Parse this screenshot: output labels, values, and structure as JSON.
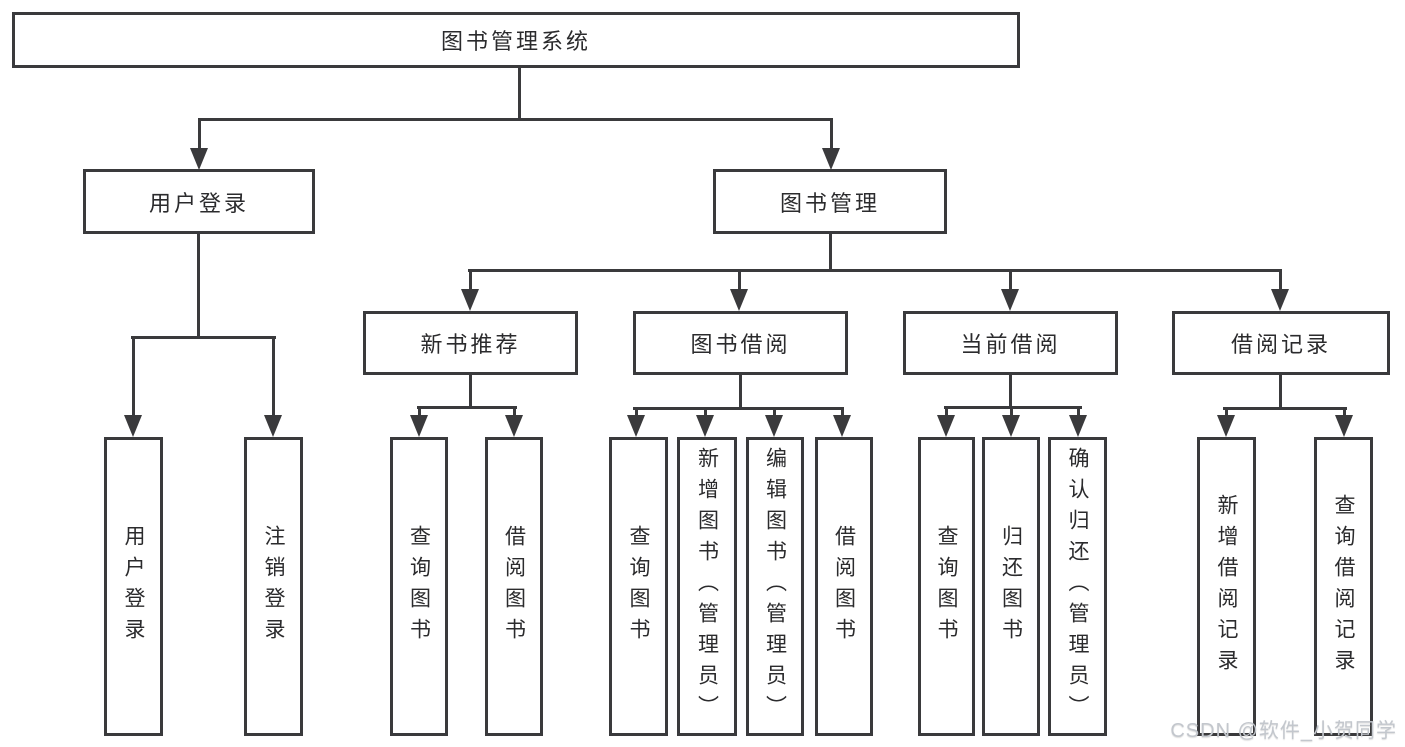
{
  "diagram_type": "functional-structure-tree",
  "watermark": "CSDN @软件_小贺同学",
  "colors": {
    "line": "#3a3a3c",
    "text": "#2b2b2d",
    "watermark": "#c3c7cd",
    "background": "#ffffff"
  },
  "nodes": {
    "root": {
      "label": "图书管理系统"
    },
    "level2": [
      {
        "label": "用户登录",
        "parent": "图书管理系统"
      },
      {
        "label": "图书管理",
        "parent": "图书管理系统"
      }
    ],
    "level3": [
      {
        "label": "新书推荐",
        "parent": "图书管理"
      },
      {
        "label": "图书借阅",
        "parent": "图书管理"
      },
      {
        "label": "当前借阅",
        "parent": "图书管理"
      },
      {
        "label": "借阅记录",
        "parent": "图书管理"
      }
    ],
    "level4": [
      {
        "label": "用户登录",
        "parent": "用户登录"
      },
      {
        "label": "注销登录",
        "parent": "用户登录"
      },
      {
        "label": "查询图书",
        "parent": "新书推荐"
      },
      {
        "label": "借阅图书",
        "parent": "新书推荐"
      },
      {
        "label": "查询图书",
        "parent": "图书借阅"
      },
      {
        "label": "新增图书（管理员）",
        "parent": "图书借阅"
      },
      {
        "label": "编辑图书（管理员）",
        "parent": "图书借阅"
      },
      {
        "label": "借阅图书",
        "parent": "图书借阅"
      },
      {
        "label": "查询图书",
        "parent": "当前借阅"
      },
      {
        "label": "归还图书",
        "parent": "当前借阅"
      },
      {
        "label": "确认归还（管理员）",
        "parent": "当前借阅"
      },
      {
        "label": "新增借阅记录",
        "parent": "借阅记录"
      },
      {
        "label": "查询借阅记录",
        "parent": "借阅记录"
      }
    ]
  }
}
